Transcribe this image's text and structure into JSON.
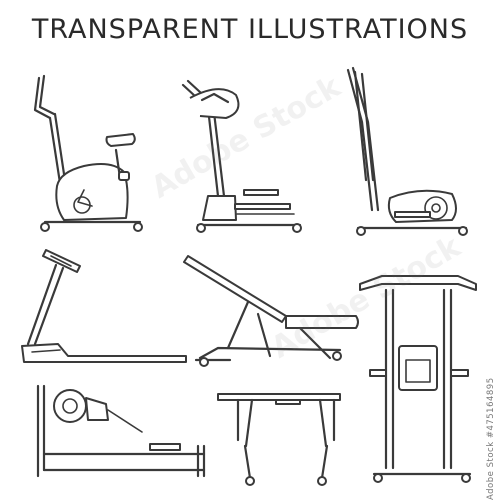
{
  "header": {
    "title": "TRANSPARENT ILLUSTRATIONS"
  },
  "watermark": {
    "brand": "Adobe Stock",
    "stock_id": "#475164895"
  },
  "icons": [
    "exercise-bike-icon",
    "elliptical-trainer-icon",
    "cross-trainer-icon",
    "treadmill-icon",
    "weight-bench-icon",
    "power-tower-icon",
    "rowing-machine-icon",
    "parallel-bars-icon"
  ],
  "colors": {
    "line": "#3a3a3a",
    "background": "#ffffff",
    "title": "#2a2a2a"
  }
}
